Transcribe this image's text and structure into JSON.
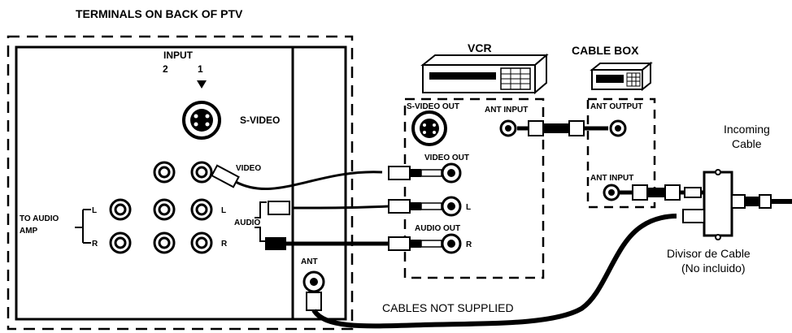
{
  "title": "TERMINALS ON BACK OF PTV",
  "ptv": {
    "input_label": "INPUT",
    "input_2": "2",
    "input_1": "1",
    "svideo_label": "S-VIDEO",
    "video_label": "VIDEO",
    "to_audio_amp_line1": "TO AUDIO",
    "to_audio_amp_line2": "AMP",
    "audio_label": "AUDIO",
    "l_label": "L",
    "r_label": "R",
    "ant_label": "ANT"
  },
  "vcr": {
    "title": "VCR",
    "svideo_out": "S-VIDEO OUT",
    "ant_input": "ANT INPUT",
    "video_out": "VIDEO OUT",
    "audio_out": "AUDIO OUT",
    "l_label": "L",
    "r_label": "R"
  },
  "cable_box": {
    "title": "CABLE BOX",
    "ant_output": "ANT OUTPUT",
    "ant_input": "ANT INPUT"
  },
  "incoming_cable_line1": "Incoming",
  "incoming_cable_line2": "Cable",
  "splitter_line1": "Divisor de Cable",
  "splitter_line2": "(No incluido)",
  "cables_note": "CABLES NOT SUPPLIED"
}
